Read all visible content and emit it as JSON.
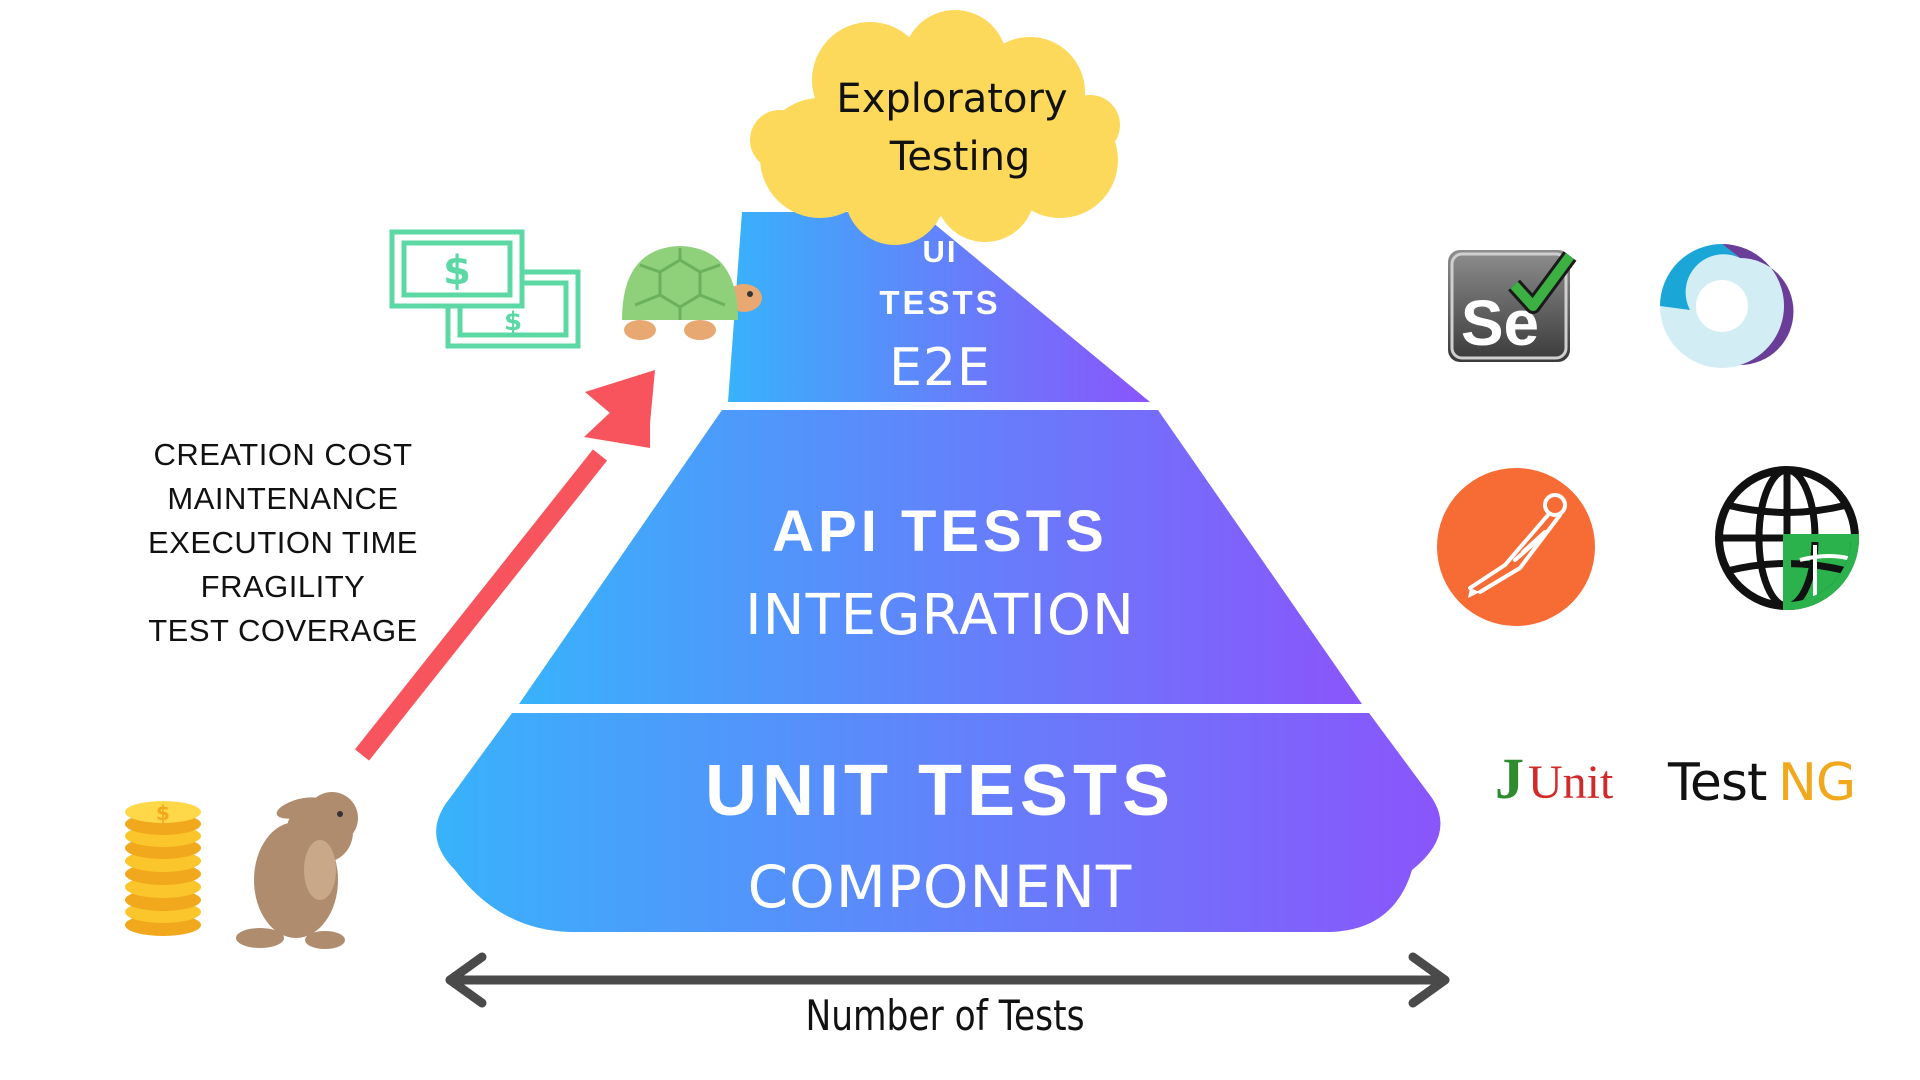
{
  "title": "",
  "cloud": {
    "line1": "Exploratory",
    "line2": "Testing",
    "color": "#fcd95a"
  },
  "pyramid": {
    "gradient_left": "#38b2fb",
    "gradient_right": "#8a55fb",
    "top": {
      "line1": "UI",
      "line2": "TESTS",
      "line3": "E2E"
    },
    "middle": {
      "line1": "API TESTS",
      "line2": "INTEGRATION"
    },
    "bottom": {
      "line1": "UNIT TESTS",
      "line2": "COMPONENT"
    }
  },
  "axis": {
    "label": "Number of Tests",
    "color": "#4a4a4a"
  },
  "factors": [
    "CREATION COST",
    "MAINTENANCE",
    "EXECUTION TIME",
    "FRAGILITY",
    "TEST COVERAGE"
  ],
  "arrow_color": "#f7545e",
  "low_side_icons": [
    "coin-stack-icon",
    "rabbit-icon"
  ],
  "high_side_icons": [
    "money-bills-icon",
    "turtle-icon"
  ],
  "tools": {
    "selenium": {
      "text": "Se",
      "icon": "selenium-logo-icon"
    },
    "cypress": {
      "icon": "cypress-logo-icon"
    },
    "postman": {
      "icon": "postman-logo-icon",
      "color": "#f76b35"
    },
    "soapui": {
      "icon": "globe-logo-icon"
    },
    "junit": {
      "text1": "J",
      "text2": "Unit"
    },
    "testng": {
      "text1": "Test",
      "text2": "NG"
    }
  }
}
